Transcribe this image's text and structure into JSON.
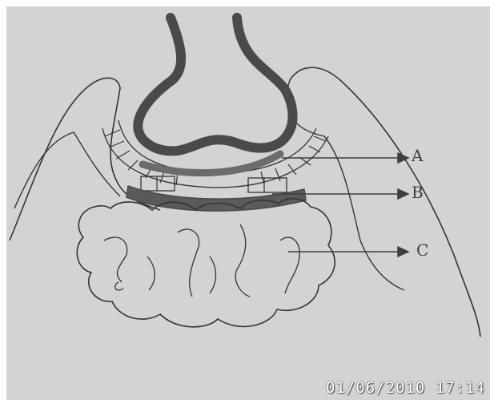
{
  "labels": {
    "a": "A",
    "b": "B",
    "c": "C"
  },
  "timestamp": "01/06/2010 17:14",
  "colors": {
    "paper": "#d3d3d3",
    "ink": "#333333",
    "tube": "#4a4a4a",
    "layer_a": "#6c6c6c",
    "layer_b": "#5a5a5a"
  }
}
